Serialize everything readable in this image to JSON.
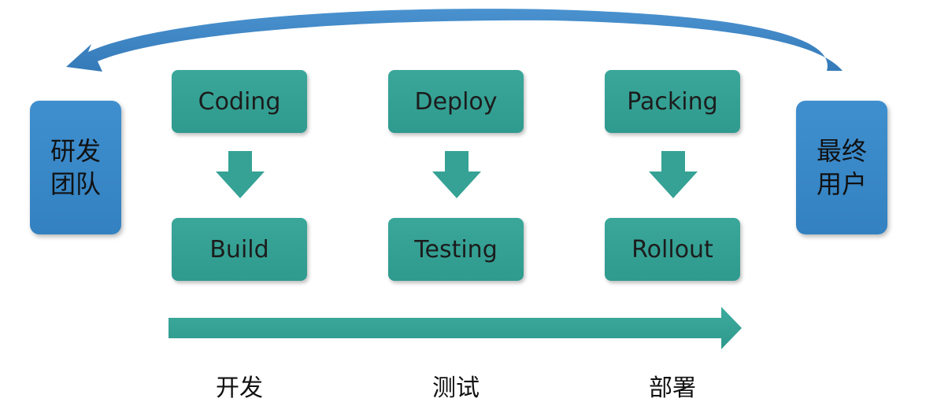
{
  "left_actor": {
    "label": "研发团队"
  },
  "right_actor": {
    "label": "最终用户"
  },
  "columns": [
    {
      "top": "Coding",
      "bottom": "Build"
    },
    {
      "top": "Deploy",
      "bottom": "Testing"
    },
    {
      "top": "Packing",
      "bottom": "Rollout"
    }
  ],
  "stages": [
    "开发",
    "测试",
    "部署"
  ],
  "colors": {
    "box": "#35a295",
    "actor": "#3a88c8",
    "arrow": "#35a295",
    "feedback_arrow": "#3a87c7"
  }
}
